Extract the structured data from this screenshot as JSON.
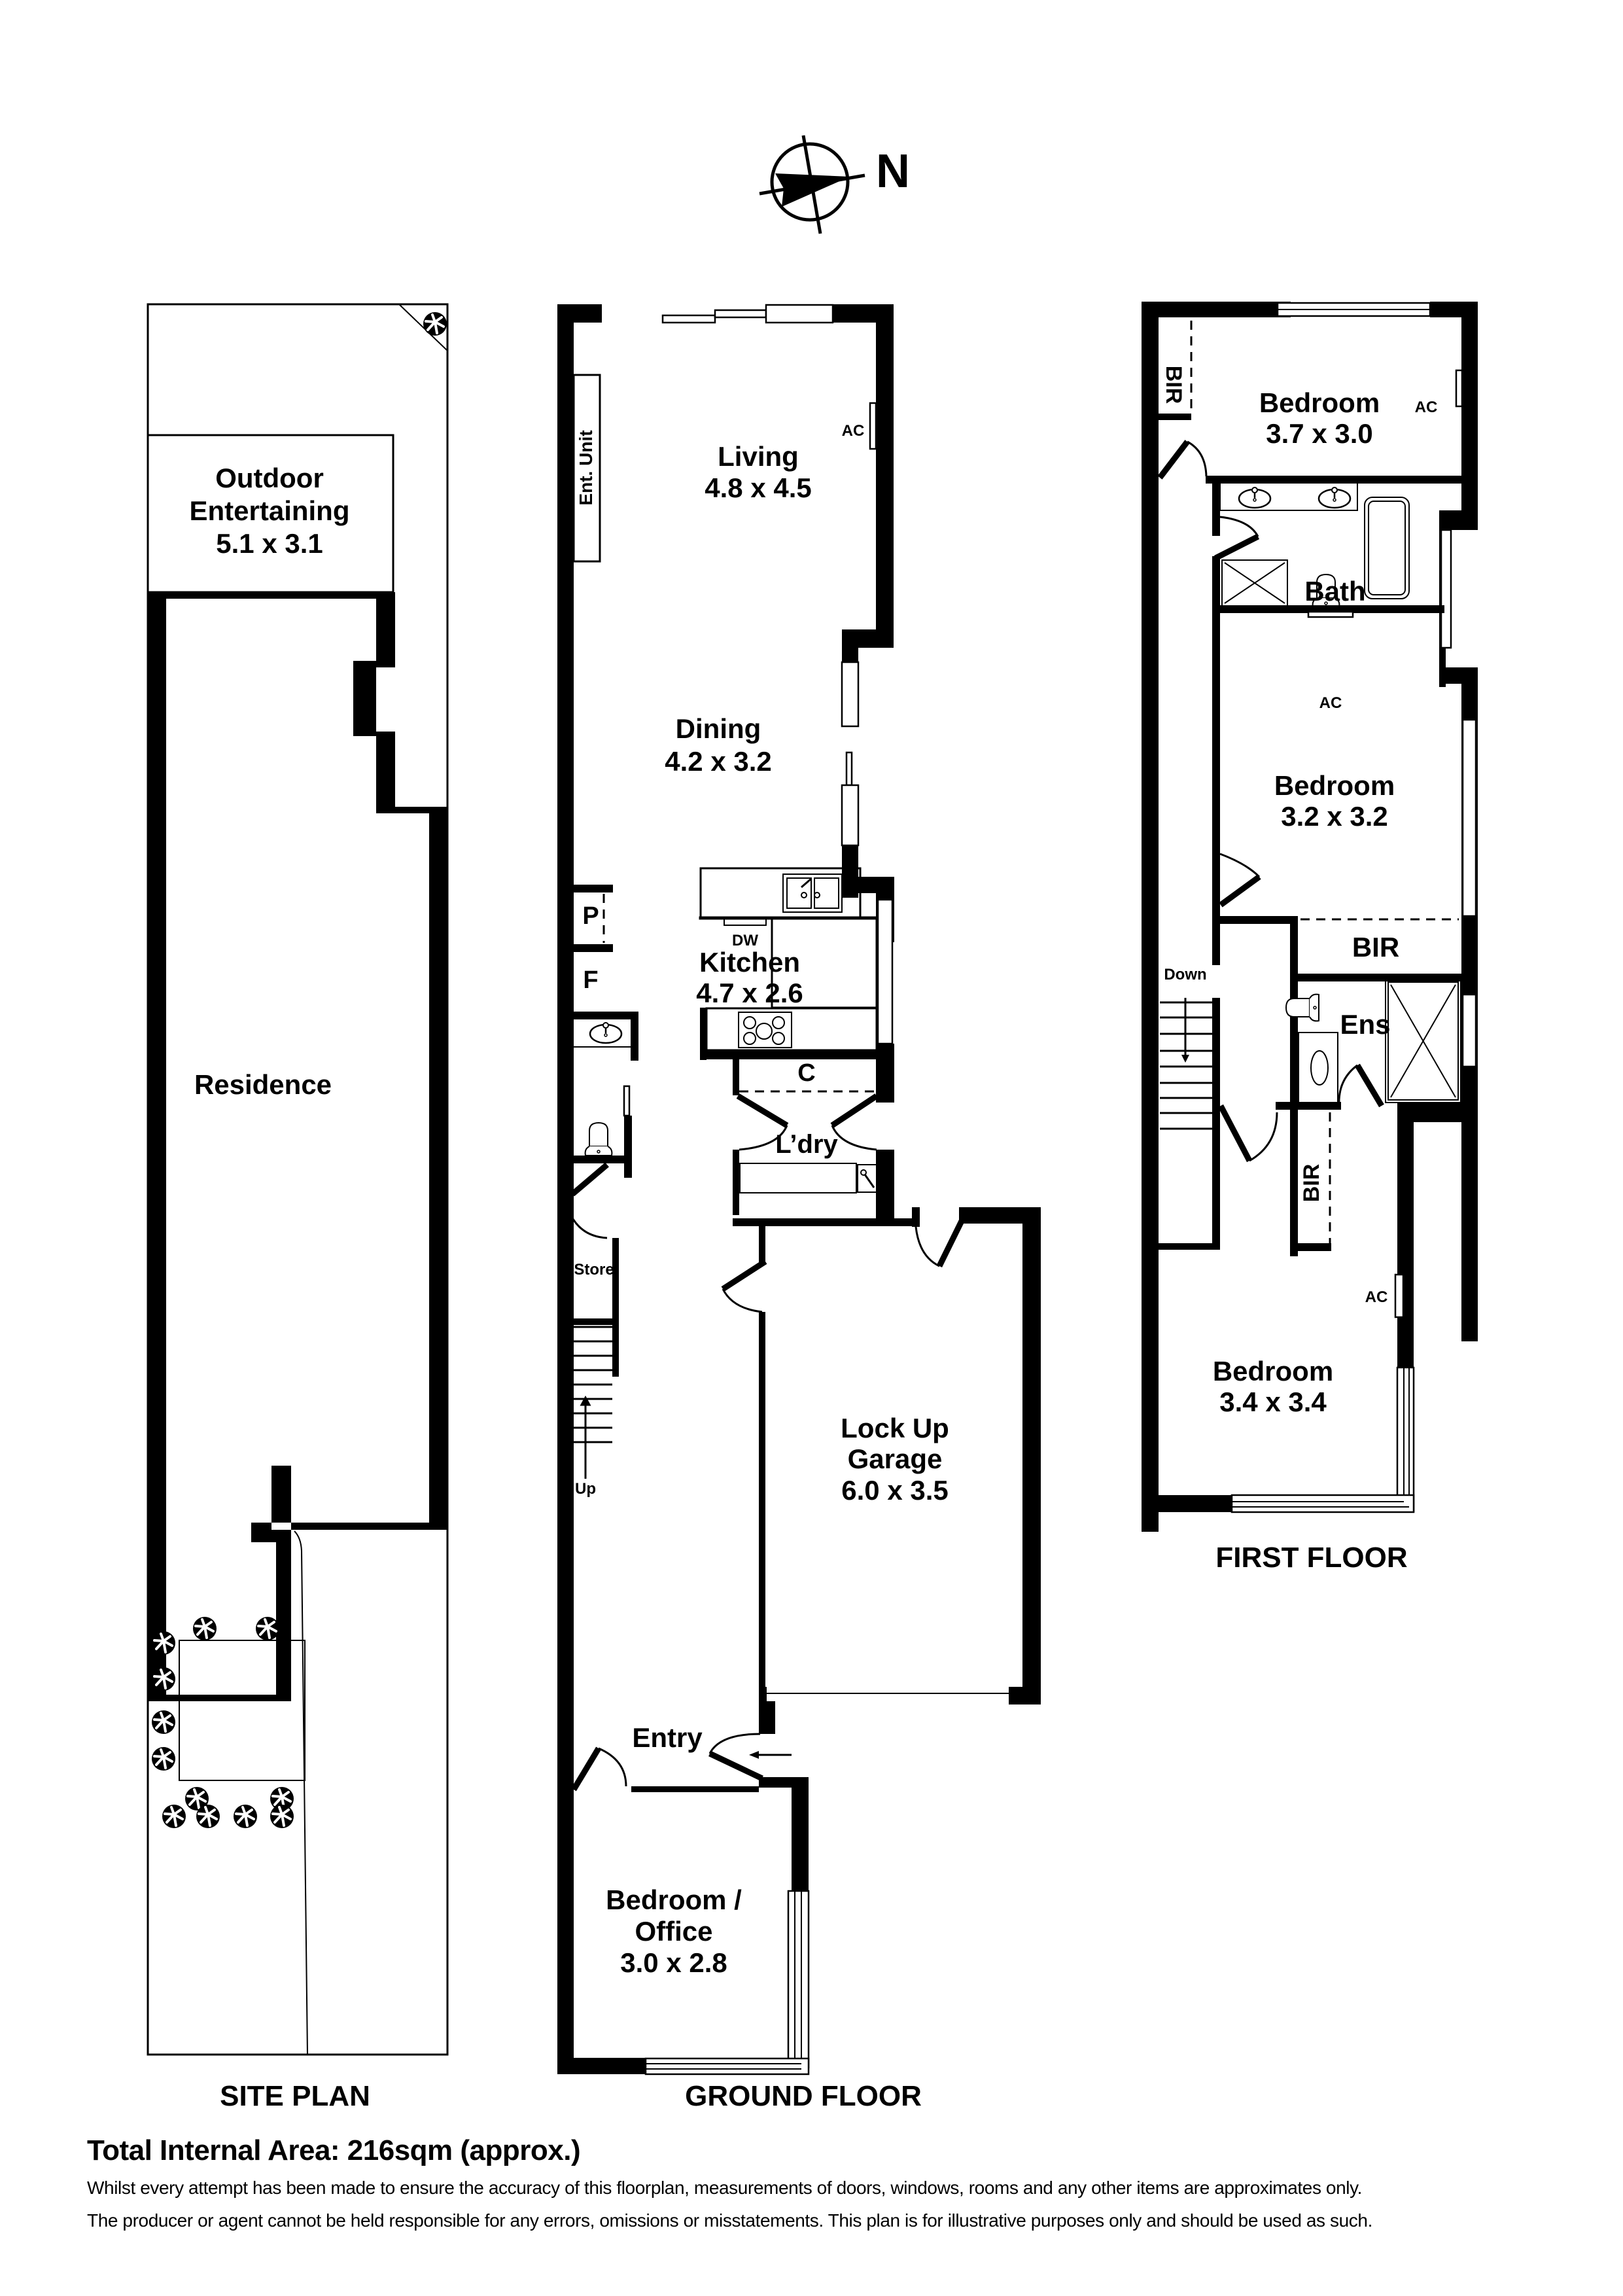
{
  "compass": {
    "icon": "north-arrow-icon",
    "label": "N"
  },
  "site_plan": {
    "title": "SITE PLAN",
    "outdoor_entertaining": {
      "name_line1": "Outdoor",
      "name_line2": "Entertaining",
      "size": "5.1 x 3.1"
    },
    "residence": {
      "name": "Residence"
    },
    "tree_icon_count": 13
  },
  "ground_floor": {
    "title": "GROUND FLOOR",
    "rooms": {
      "living": {
        "name": "Living",
        "size": "4.8 x 4.5"
      },
      "dining": {
        "name": "Dining",
        "size": "4.2 x 3.2"
      },
      "kitchen": {
        "name": "Kitchen",
        "size": "4.7 x 2.6"
      },
      "garage": {
        "name_line1": "Lock Up",
        "name_line2": "Garage",
        "size": "6.0 x 3.5"
      },
      "bedroom_office": {
        "name_line1": "Bedroom /",
        "name_line2": "Office",
        "size": "3.0 x 2.8"
      },
      "entry": {
        "name": "Entry"
      },
      "laundry": {
        "name": "L’dry"
      },
      "cupboard": {
        "name": "C"
      },
      "pantry": {
        "name": "P"
      },
      "fridge": {
        "name": "F"
      },
      "store": {
        "name": "Store"
      }
    },
    "fixtures": {
      "ent_unit": "Ent. Unit",
      "ac": "AC",
      "dishwasher": "DW",
      "stairs_up": "Up"
    }
  },
  "first_floor": {
    "title": "FIRST FLOOR",
    "rooms": {
      "bedroom1": {
        "name": "Bedroom",
        "size": "3.7 x 3.0"
      },
      "bath": {
        "name": "Bath"
      },
      "bedroom2": {
        "name": "Bedroom",
        "size": "3.2 x 3.2"
      },
      "ensuite": {
        "name": "Ens"
      },
      "bedroom3": {
        "name": "Bedroom",
        "size": "3.4 x 3.4"
      },
      "bir_top": {
        "name": "BIR"
      },
      "bir_mid": {
        "name": "BIR"
      },
      "bir_low": {
        "name": "BIR"
      }
    },
    "fixtures": {
      "ac_bed1": "AC",
      "ac_bath": "AC",
      "ac_bed3": "AC",
      "stairs_down": "Down"
    }
  },
  "footer": {
    "total_area": "Total Internal Area: 216sqm (approx.)",
    "disclaimer_line1": "Whilst every attempt has been made to ensure the accuracy of this floorplan, measurements of doors, windows, rooms and any other items are approximates only.",
    "disclaimer_line2": "The producer or agent cannot be held responsible for any errors, omissions or misstatements. This plan is for illustrative purposes only and should be used as such."
  }
}
